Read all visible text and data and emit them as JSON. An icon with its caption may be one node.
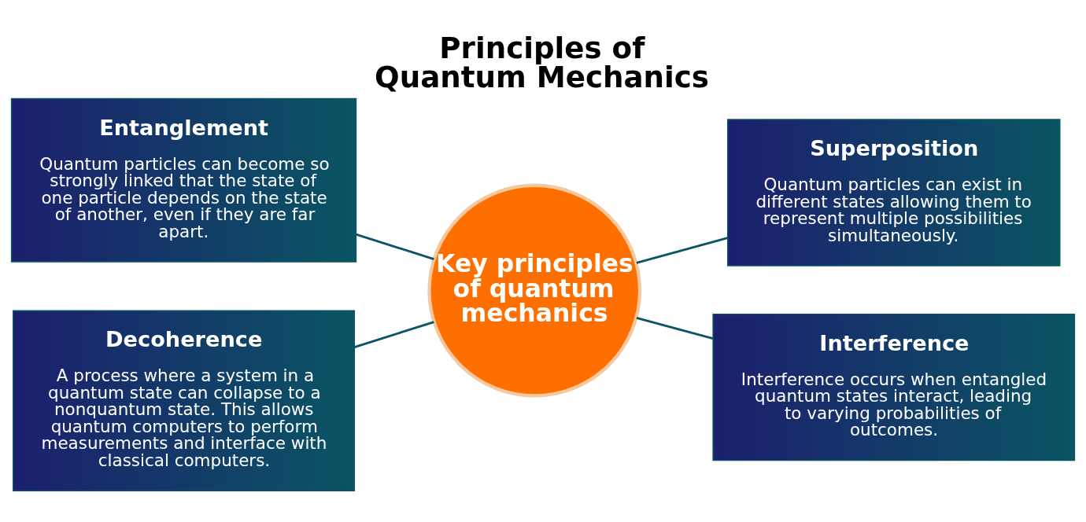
{
  "diagram": {
    "title": "Principles of Quantum Mechanics",
    "nodes": [
      {
        "text": [
          "Entanglement",
          "Quantum particles can become so strongly linked that the state of one particle depends on the state of another, even if they are far apart."
        ]
      },
      {
        "text": [
          "Superposition",
          "Quantum particles can exist in different states allowing them to represent multiple possibilities simultaneously."
        ]
      },
      {
        "text": [
          "Key principles of quantum mechanics"
        ]
      },
      {
        "text": [
          "Decoherence",
          "A process where a system in a quantum state can collapse to a nonquantum state. This allows quantum computers to perform measurements and interface with classical computers."
        ]
      },
      {
        "text": [
          "Interference",
          "Interference occurs when entangled quantum states interact, leading to varying probabilities of outcomes."
        ]
      }
    ],
    "edges": [
      {
        "from": 0,
        "to": 2,
        "arrow": "none"
      },
      {
        "from": 2,
        "to": 1,
        "arrow": "none"
      },
      {
        "from": 3,
        "to": 2,
        "arrow": "none"
      },
      {
        "from": 2,
        "to": 4,
        "arrow": "none"
      }
    ]
  }
}
